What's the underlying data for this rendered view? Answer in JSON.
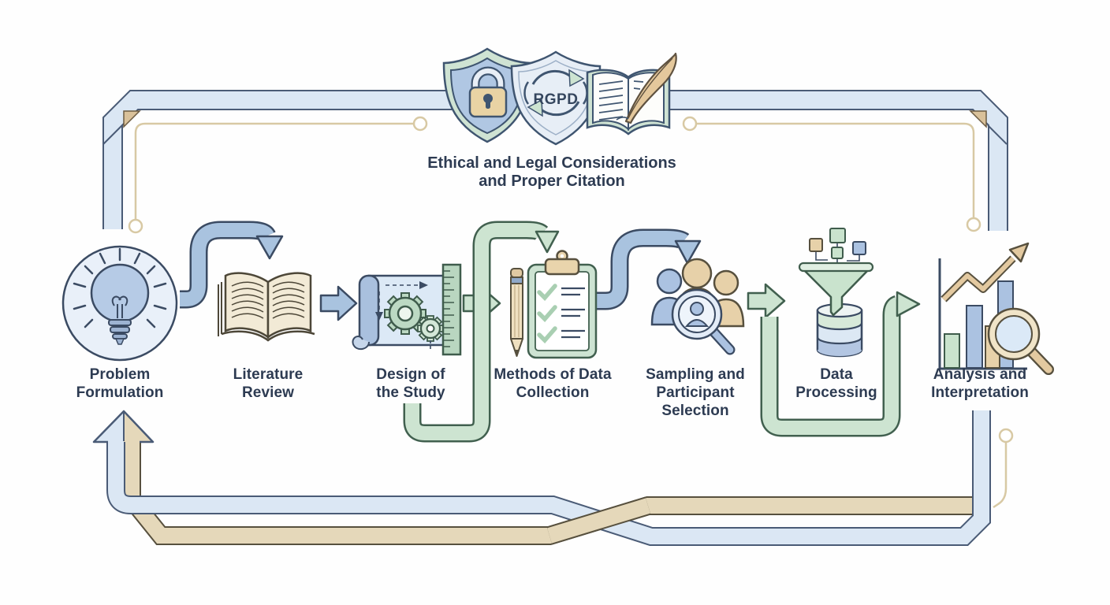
{
  "diagram": {
    "title": "Ethical and Legal Considerations and Proper Citation",
    "badge_label": "RGPD",
    "top_icons": [
      "shield-lock-icon",
      "shield-rgpd-icon",
      "book-quill-icon"
    ],
    "steps": [
      {
        "label": "Problem Formulation",
        "icon": "lightbulb-icon"
      },
      {
        "label": "Literature Review",
        "icon": "open-book-icon"
      },
      {
        "label": "Design of the Study",
        "icon": "blueprint-gears-icon"
      },
      {
        "label": "Methods of Data Collection",
        "icon": "clipboard-checklist-icon"
      },
      {
        "label": "Sampling and Participant Selection",
        "icon": "people-magnifier-icon"
      },
      {
        "label": "Data Processing",
        "icon": "funnel-database-icon"
      },
      {
        "label": "Analysis and Interpretation",
        "icon": "chart-magnifier-icon"
      }
    ],
    "colors": {
      "frame_blue": "#dbe7f4",
      "arrow_blue": "#a9c3df",
      "arrow_green": "#cde4d1",
      "band_tan": "#e5d8ba",
      "trace_tan": "#d8c9a4",
      "text": "#2d3b52"
    }
  }
}
